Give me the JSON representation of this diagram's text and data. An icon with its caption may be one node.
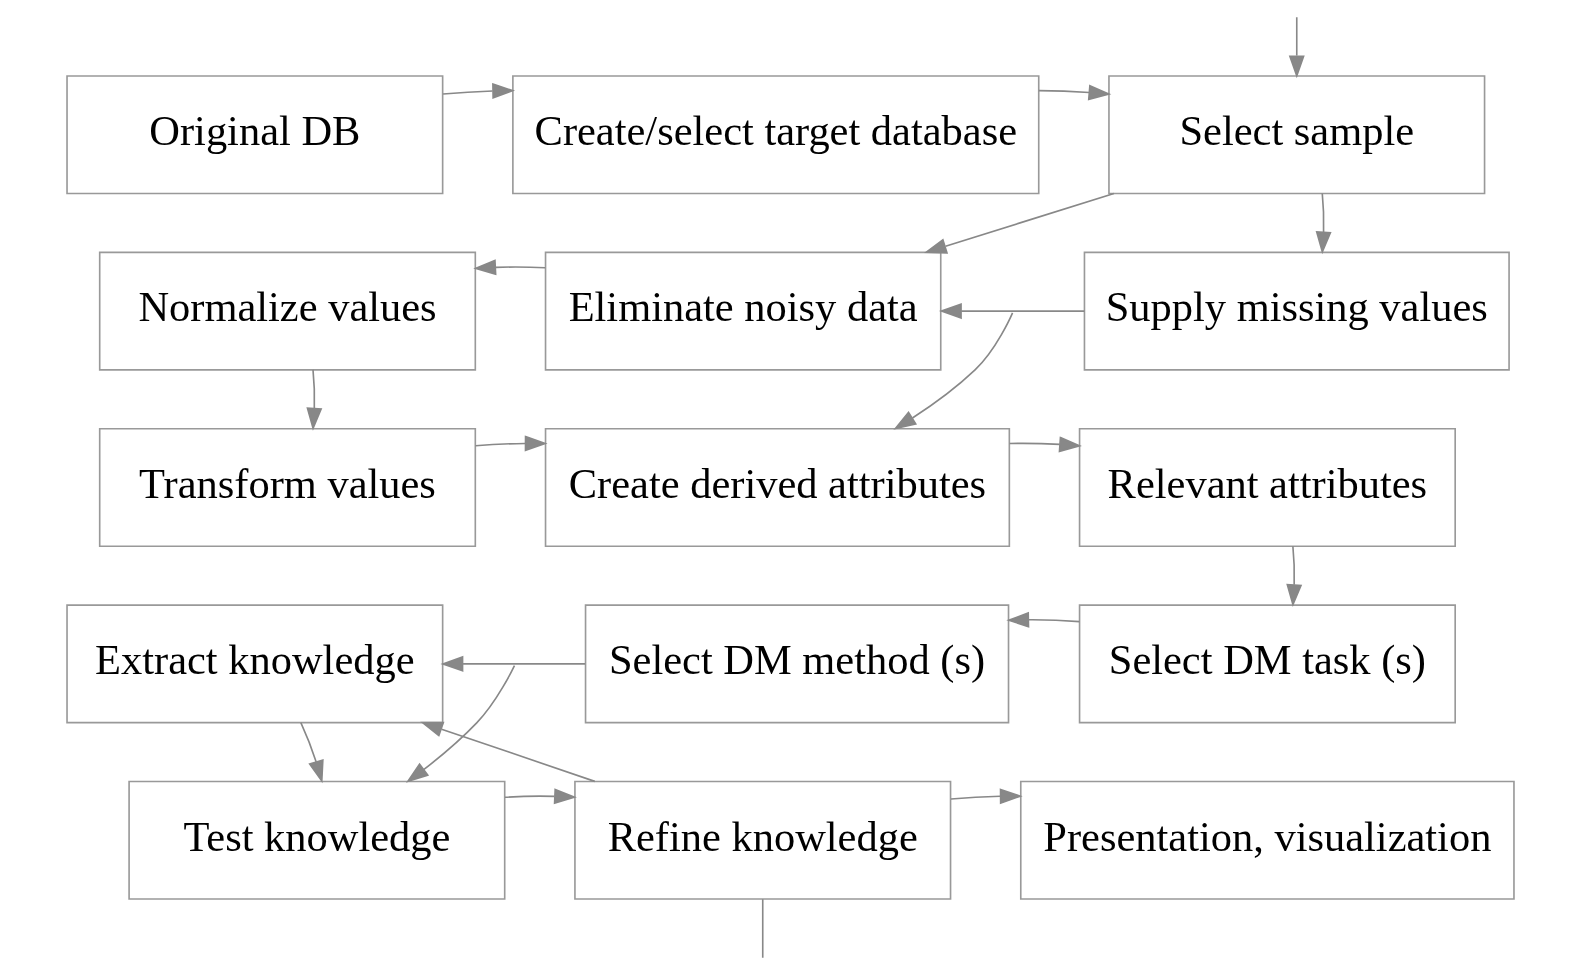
{
  "diagram": {
    "nodes": [
      {
        "text": [
          "Original DB"
        ]
      },
      {
        "text": [
          "Create/select target database"
        ]
      },
      {
        "text": [
          "Select sample"
        ]
      },
      {
        "text": [
          "Normalize values"
        ]
      },
      {
        "text": [
          "Eliminate noisy data"
        ]
      },
      {
        "text": [
          "Supply missing values"
        ]
      },
      {
        "text": [
          "Transform values"
        ]
      },
      {
        "text": [
          "Create derived attributes"
        ]
      },
      {
        "text": [
          "Relevant attributes"
        ]
      },
      {
        "text": [
          "Extract knowledge"
        ]
      },
      {
        "text": [
          "Select DM method (s)"
        ]
      },
      {
        "text": [
          "Select DM task (s)"
        ]
      },
      {
        "text": [
          "Test knowledge"
        ]
      },
      {
        "text": [
          "Refine knowledge"
        ]
      },
      {
        "text": [
          "Presentation, visualization"
        ]
      }
    ],
    "edges": [
      {
        "from": null,
        "to": 2,
        "arrow": "to"
      },
      {
        "from": 0,
        "to": 1,
        "arrow": "to"
      },
      {
        "from": 1,
        "to": 2,
        "arrow": "to"
      },
      {
        "from": 2,
        "to": 4,
        "arrow": "to"
      },
      {
        "from": 2,
        "to": 5,
        "arrow": "to"
      },
      {
        "from": 5,
        "to": 4,
        "arrow": "to"
      },
      {
        "from": 4,
        "to": 3,
        "arrow": "to"
      },
      {
        "from": 3,
        "to": 6,
        "arrow": "to"
      },
      {
        "from": 6,
        "to": 7,
        "arrow": "to"
      },
      {
        "from": 7,
        "to": 8,
        "arrow": "to"
      },
      {
        "from": null,
        "to": 7,
        "arrow": "to"
      },
      {
        "from": 8,
        "to": 11,
        "arrow": "to"
      },
      {
        "from": 11,
        "to": 10,
        "arrow": "to"
      },
      {
        "from": 10,
        "to": 9,
        "arrow": "to"
      },
      {
        "from": 13,
        "to": 9,
        "arrow": "to"
      },
      {
        "from": 9,
        "to": 12,
        "arrow": "to"
      },
      {
        "from": 12,
        "to": 13,
        "arrow": "to"
      },
      {
        "from": 13,
        "to": 14,
        "arrow": "to"
      },
      {
        "from": null,
        "to": 12,
        "arrow": "to"
      },
      {
        "from": 13,
        "to": null,
        "arrow": "none"
      }
    ]
  }
}
